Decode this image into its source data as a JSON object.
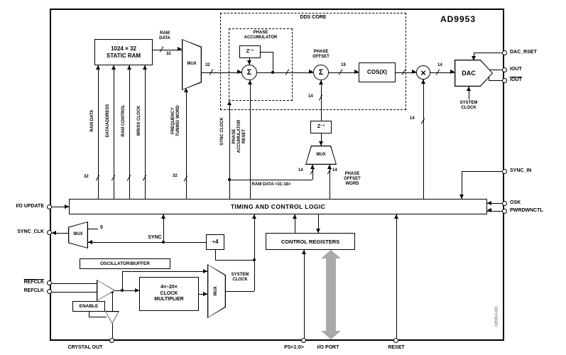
{
  "chip": {
    "title": "AD9953",
    "figure_code": "02819-0-001"
  },
  "blocks": {
    "ram": "1024 × 32\nSTATIC RAM",
    "mux": "MUX",
    "cos": "COS(X)",
    "dac": "DAC",
    "timing": "TIMING AND CONTROL LOGIC",
    "registers": "CONTROL REGISTERS",
    "oscillator": "OSCILLATOR/BUFFER",
    "multiplier": "4×–20×\nCLOCK\nMULTIPLIER",
    "div4": "÷4",
    "enable": "ENABLE",
    "z_delay": "Z⁻¹",
    "sigma": "Σ",
    "times": "×"
  },
  "dds": {
    "title": "DDS CORE",
    "phase_accumulator": "PHASE\nACCUMULATOR",
    "phase_offset": "PHASE\nOFFSET"
  },
  "signals": {
    "ram_data": "RAM\nDATA",
    "bus1": "RAM DATA",
    "bus2": "DATA/ADDRESS",
    "bus3": "RAM CONTROL",
    "bus4": "WR/SS CLOCK",
    "ftw": "FREQUENCY\nTUNING WORD",
    "sync_clock": "SYNC CLOCK",
    "pa_reset": "PHASE\nACCUMULATOR\nRESET",
    "ram_slice": "RAM DATA <31:18>",
    "phase_offset_word": "PHASE\nOFFSET\nWORD",
    "system_clock": "SYSTEM\nCLOCK",
    "sync": "SYNC",
    "zero": "0"
  },
  "widths": {
    "w32": "32",
    "w19": "19",
    "w14": "14"
  },
  "pins": {
    "dac_rset": "DAC_RSET",
    "iout": "IOUT",
    "ioutb": "IOUT",
    "sync_in": "SYNC_IN",
    "osk": "OSK",
    "pwrdwnctl": "PWRDWNCTL",
    "io_update": "I/O UPDATE",
    "sync_clk": "SYNC_CLK",
    "refclk": "REFCLK",
    "refclkb": "REFCLK",
    "crystal_out": "CRYSTAL OUT",
    "ps": "PS<1:0>",
    "io_port": "I/O PORT",
    "reset": "RESET"
  }
}
